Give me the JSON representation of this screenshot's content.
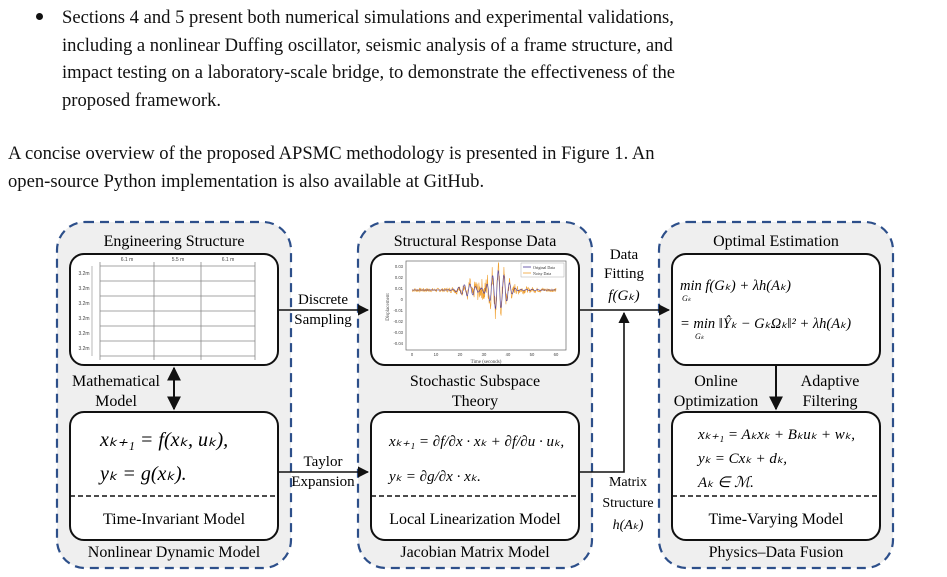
{
  "bullet": {
    "lines": [
      "Sections 4 and 5 present both numerical simulations and experimental validations,",
      "including a nonlinear Duffing oscillator, seismic analysis of a frame structure, and",
      "impact testing on a laboratory-scale bridge, to demonstrate the effectiveness of the",
      "proposed framework."
    ]
  },
  "paragraph": {
    "lines": [
      "A concise overview of the proposed APSMC methodology is presented in Figure 1.  An",
      "open-source Python implementation is also available at GitHub."
    ]
  },
  "figure": {
    "left_panel": {
      "top_title": "Engineering Structure",
      "bottom_title": "Nonlinear Dynamic Model",
      "sub_title": "Time-Invariant Model",
      "side_label_1": "Mathematical",
      "side_label_2": "Model",
      "eq1": "xₖ₊₁ = f(xₖ, uₖ),",
      "eq2": "yₖ = g(xₖ).",
      "frame_dims": [
        "6.1 m",
        "5.5 m",
        "6.1 m"
      ],
      "frame_story_label": "3.2m"
    },
    "middle_panel": {
      "top_title": "Structural Response Data",
      "bottom_title": "Jacobian Matrix Model",
      "sub_title": "Local Linearization Model",
      "theory_1": "Stochastic Subspace",
      "theory_2": "Theory",
      "plot_legend": [
        "Original Data",
        "Noisy Data"
      ],
      "plot_ylabel": "Displacement",
      "plot_xlabel": "Time (seconds)",
      "plot_yticks": [
        "0.03",
        "0.02",
        "0.01",
        "0",
        "-0.01",
        "-0.02",
        "-0.03",
        "-0.04"
      ],
      "plot_xticks": [
        "0",
        "10",
        "20",
        "30",
        "40",
        "50",
        "60"
      ]
    },
    "right_panel": {
      "top_title": "Optimal Estimation",
      "bottom_title": "Physics–Data Fusion",
      "sub_title": "Time-Varying Model",
      "online_1": "Online",
      "online_2": "Optimization",
      "adaptive_1": "Adaptive",
      "adaptive_2": "Filtering",
      "opt1": "min f(Gₖ) + λh(Aₖ)",
      "opt2": "= min ‖Ŷₖ − GₖΩₖ‖² + λh(Aₖ)",
      "opt_sub": "Gₖ",
      "tv1": "xₖ₊₁ = Aₖxₖ + Bₖuₖ + wₖ,",
      "tv2": "yₖ = Cxₖ + dₖ,",
      "tv3": "Aₖ ∈ ℳ."
    },
    "arrows": {
      "discrete_1": "Discrete",
      "discrete_2": "Sampling",
      "taylor_1": "Taylor",
      "taylor_2": "Expansion",
      "fitting_1": "Data",
      "fitting_2": "Fitting",
      "fitting_3": "f(Gₖ)",
      "matrix_1": "Matrix",
      "matrix_2": "Structure",
      "matrix_3": "h(Aₖ)"
    },
    "jacobian": {
      "line1": "xₖ₊₁ = ∂f/∂x · xₖ + ∂f/∂u · uₖ,",
      "line2": "yₖ = ∂g/∂x · xₖ."
    },
    "colors": {
      "dash_border": "#2d4f8a",
      "panel_fill": "#efefef",
      "original_series": "#4b3a9a",
      "noisy_series": "#f0a030"
    }
  }
}
